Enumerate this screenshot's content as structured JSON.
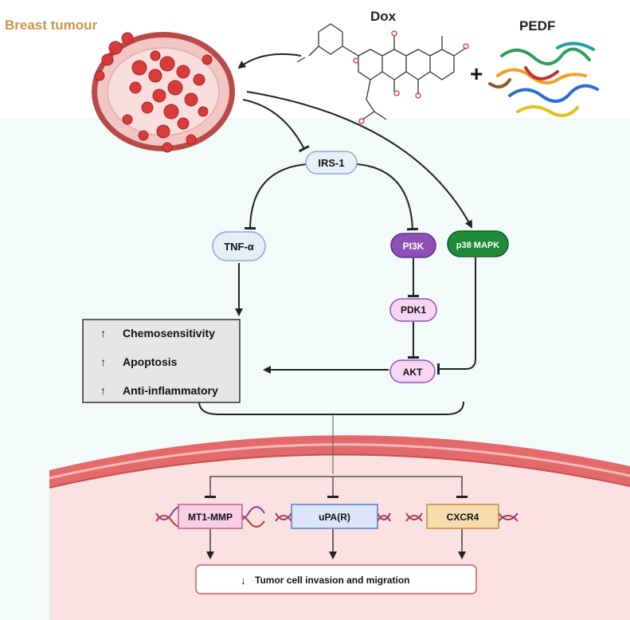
{
  "labels": {
    "breast_tumour": "Breast tumour",
    "dox": "Dox",
    "pedf": "PEDF",
    "plus": "+"
  },
  "nodes": {
    "irs1": "IRS-1",
    "tnf": "TNF-α",
    "pi3k": "PI3K",
    "p38": "p38 MAPK",
    "pdk1": "PDK1",
    "akt": "AKT",
    "mt1mmp": "MT1-MMP",
    "upar": "uPA(R)",
    "cxcr4": "CXCR4"
  },
  "effects": {
    "items": [
      "Chemosensitivity",
      "Apoptosis",
      "Anti-inflammatory"
    ],
    "arrow": "↑"
  },
  "outcome": {
    "text": "Tumor cell invasion and migration",
    "arrow": "↓"
  },
  "colors": {
    "tan_title": "#c8964a",
    "tnf_fill": "#e6eef8",
    "pi3k_fill": "#8e4fb7",
    "p38_fill": "#1e8a3a",
    "pdk_fill": "#f6d6f2",
    "mt1_fill": "#f9cfe6",
    "upar_fill": "#dde6fb",
    "cxcr4_fill": "#f7dcae",
    "cell_fill": "#fbe2e2",
    "membrane": "#e26a6a",
    "panel": "#f3fafa"
  }
}
